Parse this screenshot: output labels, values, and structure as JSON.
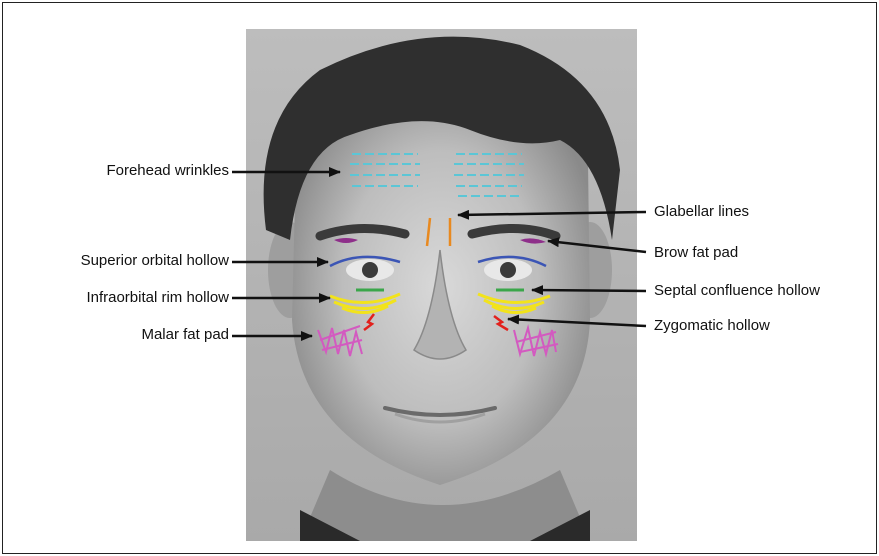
{
  "figure": {
    "photo_alt": "Grayscale portrait photograph of a man's face with colored marker lines",
    "left_labels": [
      {
        "id": "forehead",
        "text": "Forehead wrinkles"
      },
      {
        "id": "superior",
        "text": "Superior orbital hollow"
      },
      {
        "id": "infraorbital",
        "text": "Infraorbital rim hollow"
      },
      {
        "id": "malar",
        "text": "Malar fat pad"
      }
    ],
    "right_labels": [
      {
        "id": "glabellar",
        "text": "Glabellar lines"
      },
      {
        "id": "brow",
        "text": "Brow fat pad"
      },
      {
        "id": "septal",
        "text": "Septal confluence hollow"
      },
      {
        "id": "zygomatic",
        "text": "Zygomatic hollow"
      }
    ],
    "marker_colors": {
      "forehead": "#5bc6d6",
      "glabellar": "#e8891f",
      "brow": "#8e2f8a",
      "superior": "#3b55b5",
      "septal": "#3aa64a",
      "infraorbital": "#f2e31b",
      "zygomatic": "#e2211c",
      "malar": "#d35ac0"
    }
  }
}
